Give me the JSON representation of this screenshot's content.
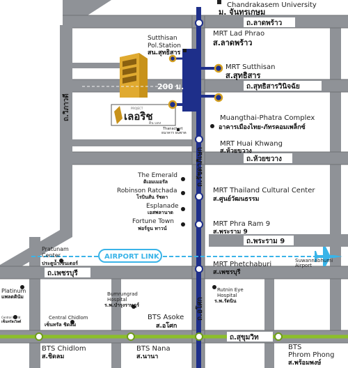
{
  "roads": {
    "lat_phrao": "ถ.ลาดพร้าว",
    "sutthisan": "ถ.สุทธิสารวินิจฉัย",
    "huai_khwang": "ถ.ห้วยขวาง",
    "rama9": "ถ.พระราม 9",
    "phetchaburi": "ถ.เพชรบุรี",
    "sukhumvit": "ถ.สุขุมวิท",
    "vibhavadi": "ถ.วิภาวดี",
    "ratchadaphisek": "ถ.รัชดาภิเษก",
    "asoke": "ถ.อโศก"
  },
  "distance_label": "200 ม.",
  "project": {
    "name_small": "PROJECT",
    "name_th": "เลอริช",
    "tagline": "ดิน แดง"
  },
  "airport_link": "AIRPORT LINK",
  "places": {
    "chandrakasem_en": "Chandrakasem University",
    "chandrakasem_th": "ม. จันทรเกษม",
    "police_en": "Sutthisan Pol.Station",
    "police_th": "สน.สุทธิสาร",
    "thanachart": "Thanachart",
    "thanachart_th": "ธนาคาร ธนชาต",
    "muangthai_en": "Muangthai-Phatra Complex",
    "muangthai_th": "อาคารเมืองไทย-ภัทรคอมเพล็กซ์",
    "emerald_en": "The Emerald",
    "emerald_th": "ดิเอมเมอรัล",
    "robinson_en": "Robinson Ratchada",
    "robinson_th": "โรบินสัน รัชดา",
    "esplanade_en": "Esplanade",
    "esplanade_th": "เอสพลานาด",
    "fortune_en": "Fortune Town",
    "fortune_th": "ฟอร์จูน ทาวน์",
    "pratunam_en": "Pratunam\nCenter",
    "pratunam_en_1": "Pratunam",
    "pratunam_en_2": "Center",
    "pratunam_th": "ประตูน้ำเซ็นเตอร์",
    "suvarnabhumi_en": "Suwannabhumi",
    "suvarnabhumi_en2": "Airport",
    "platinum_en": "Platinum",
    "platinum_th": "แพลตตินัม",
    "central_world": "Central World",
    "central_world_th": "เซ็นทรัลเวิลด์",
    "bumrungrad_en": "Bumrungrad",
    "bumrungrad_en2": "Hospital",
    "bumrungrad_th": "ร.พ.บำรุงราษฎร์",
    "chidlom_mall_en": "Central Chidlom",
    "chidlom_mall_th": "เซ็นทรัล ชิดลม",
    "rutnin_en": "Rutnin Eye",
    "rutnin_en2": "Hospital",
    "rutnin_th": "ร.พ.รัตนิน"
  },
  "stations": {
    "lad_phrao_en": "MRT Lad Phrao",
    "lad_phrao_th": "ส.ลาดพร้าว",
    "sutthisan_en": "MRT Sutthisan",
    "sutthisan_th": "ส.สุทธิสาร",
    "huai_khwang_en": "MRT Huai Khwang",
    "huai_khwang_th": "ส.ห้วยขวาง",
    "thailand_cc_en": "MRT Thailand Cultural Center",
    "thailand_cc_th": "ส.ศูนย์วัฒนธรรม",
    "phra_ram9_en": "MRT Phra Ram 9",
    "phra_ram9_th": "ส.พระราม 9",
    "phetchaburi_en": "MRT Phetchaburi",
    "phetchaburi_th": "ส.เพชรบุรี",
    "asoke_en": "BTS Asoke",
    "asoke_th": "ส.อโศก",
    "chidlom_en": "BTS Chidlom",
    "chidlom_th": "ส.ชิดลม",
    "nana_en": "BTS Nana",
    "nana_th": "ส.นานา",
    "phrom_phong_en": "BTS",
    "phrom_phong_en2": "Phrom Phong",
    "phrom_phong_th": "ส.พร้อมพงษ์"
  },
  "colors": {
    "road": "#8f9297",
    "road_edge": "#6f7276",
    "mrt_line": "#1e2f8a",
    "bts_line": "#8cbf2a",
    "airport_link": "#3ab4e8",
    "building": "#c8921a",
    "station_ring": "#d4a020"
  }
}
